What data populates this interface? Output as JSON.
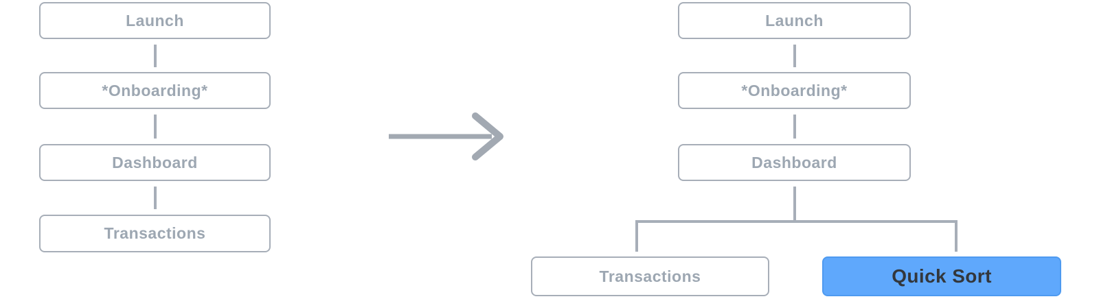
{
  "colors": {
    "background": "#FFFFFF",
    "node_border": "#A7AEB8",
    "node_text": "#9DA7B2",
    "connector": "#A7AEB8",
    "arrow": "#A2A9B2",
    "highlight_fill": "#5FA8FC",
    "highlight_border": "#4E9AF0",
    "highlight_text": "#33373C"
  },
  "diagram_before": {
    "nodes": [
      {
        "id": "launch",
        "label": "Launch"
      },
      {
        "id": "onboarding",
        "label": "*Onboarding*"
      },
      {
        "id": "dashboard",
        "label": "Dashboard"
      },
      {
        "id": "transactions",
        "label": "Transactions"
      }
    ]
  },
  "arrow": {
    "icon": "right-arrow"
  },
  "diagram_after": {
    "nodes": [
      {
        "id": "launch",
        "label": "Launch"
      },
      {
        "id": "onboarding",
        "label": "*Onboarding*"
      },
      {
        "id": "dashboard",
        "label": "Dashboard"
      }
    ],
    "branches": [
      {
        "id": "transactions",
        "label": "Transactions",
        "highlighted": false
      },
      {
        "id": "quick-sort",
        "label": "Quick Sort",
        "highlighted": true
      }
    ]
  }
}
